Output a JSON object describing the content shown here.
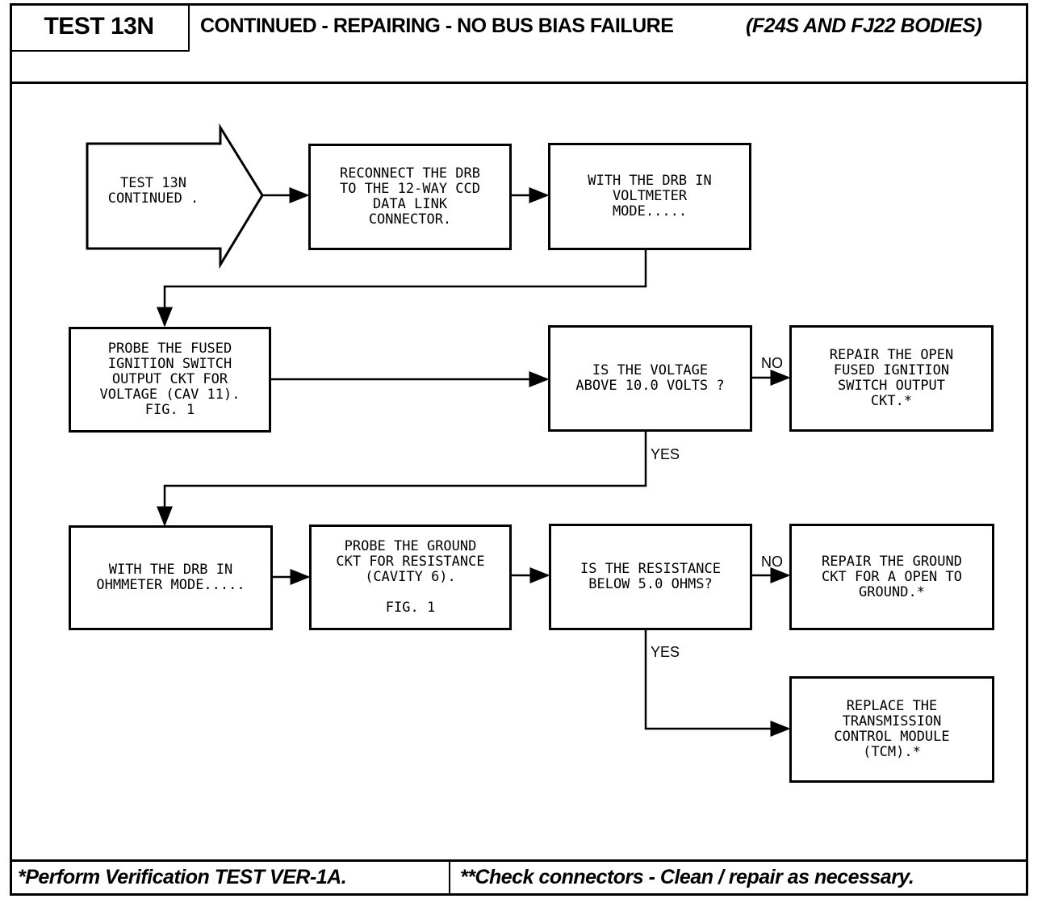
{
  "header": {
    "test_label": "TEST 13N",
    "title": "CONTINUED - REPAIRING - NO BUS BIAS FAILURE",
    "bodies": "(F24S AND FJ22 BODIES)"
  },
  "flow": {
    "start": "TEST 13N\nCONTINUED .",
    "reconnect": "RECONNECT THE DRB\nTO THE 12-WAY CCD\nDATA LINK\nCONNECTOR.",
    "voltmeter_mode": "WITH THE DRB IN\nVOLTMETER\nMODE.....",
    "probe_fused": "PROBE THE FUSED\nIGNITION SWITCH\nOUTPUT CKT FOR\nVOLTAGE (CAV 11).\nFIG. 1",
    "voltage_question": "IS THE VOLTAGE\nABOVE 10.0 VOLTS ?",
    "repair_open_fused": "REPAIR THE OPEN\nFUSED IGNITION\nSWITCH OUTPUT\nCKT.*",
    "ohmmeter_mode": "WITH THE DRB IN\nOHMMETER MODE.....",
    "probe_ground": "PROBE THE GROUND\nCKT FOR RESISTANCE\n(CAVITY 6).\n\nFIG. 1",
    "resistance_question": "IS THE RESISTANCE\nBELOW 5.0 OHMS?",
    "repair_ground": "REPAIR THE GROUND\nCKT FOR A OPEN TO\nGROUND.*",
    "replace_tcm": "REPLACE THE\nTRANSMISSION\nCONTROL MODULE\n(TCM).*",
    "no_label_1": "NO",
    "yes_label_1": "YES",
    "no_label_2": "NO",
    "yes_label_2": "YES"
  },
  "footer": {
    "left": "*Perform Verification TEST VER-1A.",
    "right": "**Check connectors - Clean / repair as necessary."
  }
}
